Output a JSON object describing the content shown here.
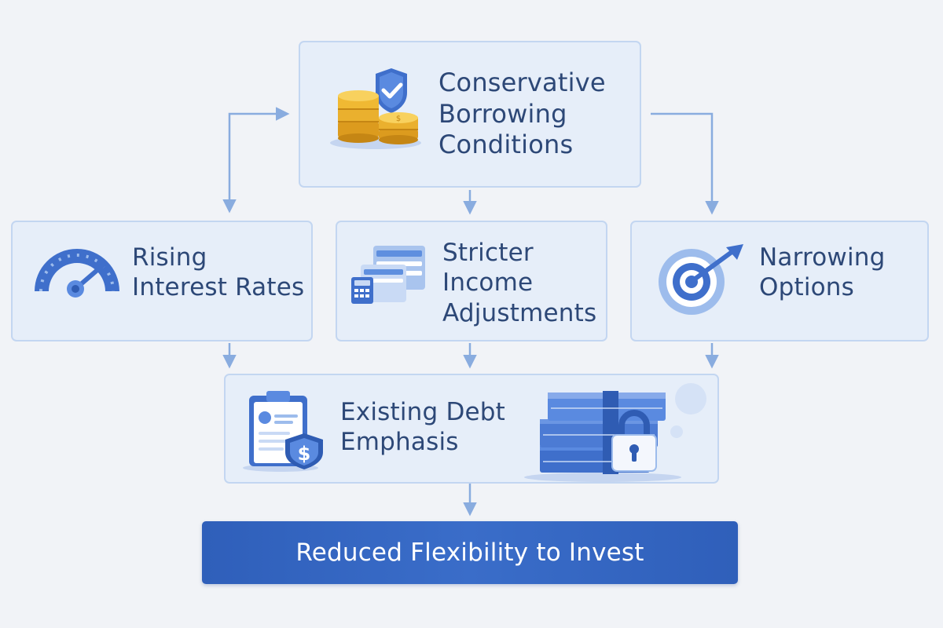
{
  "nodes": {
    "conservative": {
      "label": "Conservative\nBorrowing\nConditions",
      "icon": "shield-check-coins-icon"
    },
    "rising": {
      "label": "Rising\nInterest Rates",
      "icon": "speedometer-gauge-icon"
    },
    "stricter": {
      "label": "Stricter\nIncome\nAdjustments",
      "icon": "calculator-documents-icon"
    },
    "narrowing": {
      "label": "Narrowing\nOptions",
      "icon": "target-arrow-icon"
    },
    "existing_debt": {
      "label": "Existing Debt\nEmphasis",
      "icon_left": "clipboard-dollar-shield-icon",
      "icon_right": "cash-stack-padlock-icon"
    },
    "reduced": {
      "label": "Reduced Flexibility to Invest"
    }
  },
  "colors": {
    "background": "#f1f3f7",
    "box_fill": "#e6eef9",
    "box_border": "#c3d6f1",
    "arrow": "#89acdf",
    "text": "#2d4877",
    "final_fill": "#3366c1",
    "final_text": "#ffffff"
  }
}
